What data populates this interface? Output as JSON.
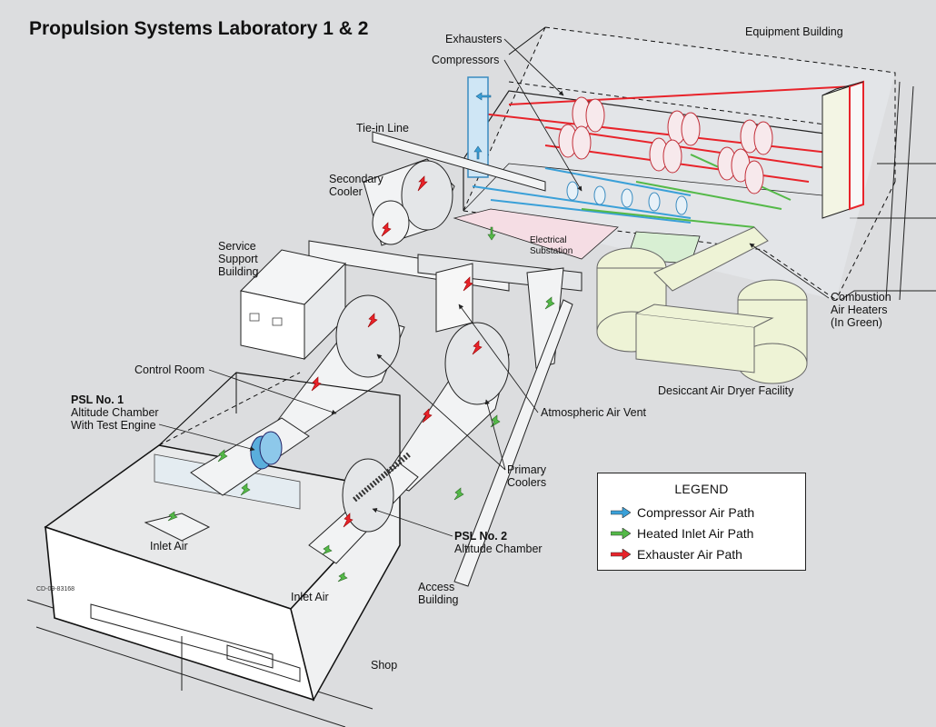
{
  "title": "Propulsion Systems Laboratory 1 & 2",
  "labels": {
    "equipment_building": "Equipment Building",
    "exhausters": "Exhausters",
    "compressors": "Compressors",
    "tie_in_line": "Tie-in Line",
    "secondary_cooler_1": "Secondary",
    "secondary_cooler_2": "Cooler",
    "service_support_1": "Service",
    "service_support_2": "Support",
    "service_support_3": "Building",
    "electrical_substation_1": "Electrical",
    "electrical_substation_2": "Substation",
    "combustion_1": "Combustion",
    "combustion_2": "Air Heaters",
    "combustion_3": "(In Green)",
    "desiccant": "Desiccant Air Dryer Facility",
    "control_room": "Control Room",
    "psl1_1": "PSL No. 1",
    "psl1_2": "Altitude Chamber",
    "psl1_3": "With Test Engine",
    "atmospheric_vent": "Atmospheric Air Vent",
    "primary_coolers_1": "Primary",
    "primary_coolers_2": "Coolers",
    "psl2_1": "PSL No. 2",
    "psl2_2": "Altitude Chamber",
    "inlet_air_1": "Inlet Air",
    "inlet_air_2": "Inlet Air",
    "access_building_1": "Access",
    "access_building_2": "Building",
    "shop": "Shop",
    "drawing_number": "CD-09-83168"
  },
  "legend": {
    "title": "LEGEND",
    "items": [
      {
        "label": "Compressor Air Path",
        "color": "#3aa0d8"
      },
      {
        "label": "Heated Inlet Air Path",
        "color": "#54b948"
      },
      {
        "label": "Exhauster Air Path",
        "color": "#e8232a"
      }
    ]
  },
  "colors": {
    "compressor": "#3aa0d8",
    "heated_inlet": "#54b948",
    "exhauster": "#e8232a",
    "heater_fill": "#eef3d6",
    "background": "#dcdddf"
  }
}
